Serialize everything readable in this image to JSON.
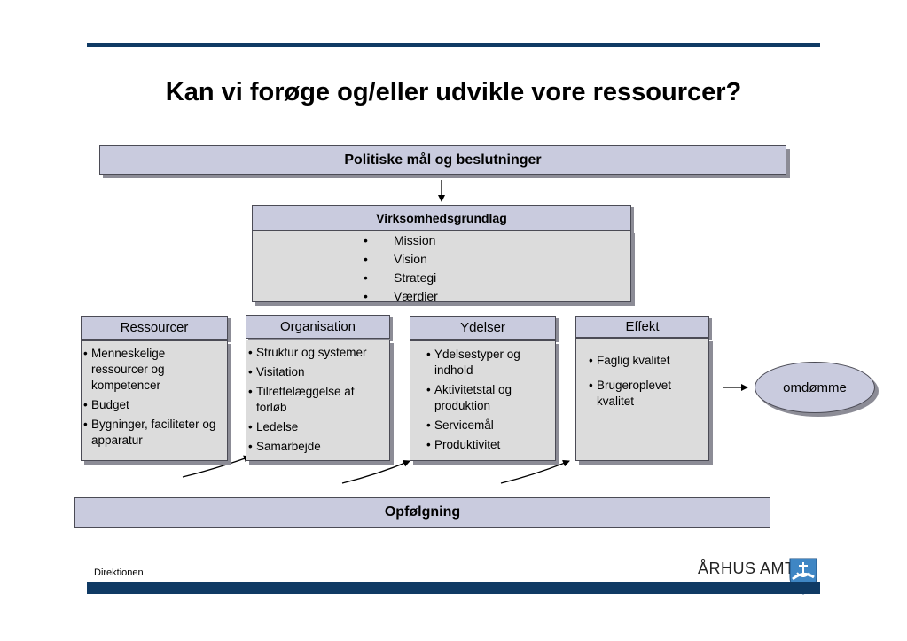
{
  "slide": {
    "title": "Kan vi forøge og/eller udvikle vore ressourcer?"
  },
  "top_bar": {
    "label": "Politiske mål og beslutninger"
  },
  "virksomhed": {
    "title": "Virksomhedsgrundlag",
    "items": [
      "Mission",
      "Vision",
      "Strategi",
      "Værdier"
    ]
  },
  "boxes": [
    {
      "title": "Ressourcer",
      "items": [
        "Menneskelige ressourcer og kompetencer",
        "Budget",
        "Bygninger, faciliteter og apparatur"
      ]
    },
    {
      "title": "Organisation",
      "items": [
        "Struktur og systemer",
        "Visitation",
        "Tilrettelæggelse af forløb",
        "Ledelse",
        "Samarbejde"
      ]
    },
    {
      "title": "Ydelser",
      "items": [
        "Ydelsestyper og indhold",
        "Aktivitetstal og produktion",
        "Servicemål",
        "Produktivitet"
      ]
    },
    {
      "title": "Effekt",
      "items": [
        "Faglig kvalitet",
        "Brugeroplevet kvalitet"
      ]
    }
  ],
  "outcome": {
    "label": "omdømme"
  },
  "bottom_bar": {
    "label": "Opfølgning"
  },
  "footer": {
    "left": "Direktionen",
    "logo": "ÅRHUS AMT",
    "logo_icon": "anchor-shield-icon"
  },
  "colors": {
    "rule": "#0f3a64",
    "box_fill": "#c9cbde",
    "body_fill": "#dcdcdc",
    "shadow": "#8c8c96"
  }
}
